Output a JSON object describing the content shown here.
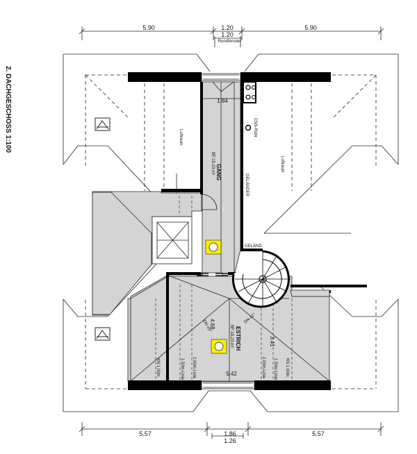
{
  "title": "2. DACHGESCHOSS  1:100",
  "dimensions_top": {
    "left": "5.90",
    "center_top": "1.20",
    "center_bottom": "1.20",
    "center_note": "Rundfenster",
    "right": "5.90"
  },
  "dimensions_bottom": {
    "left": "5.57",
    "center_top": "1.86",
    "center_bottom": "1.26",
    "right": "5.57"
  },
  "rooms": {
    "gang": {
      "name": "GANG",
      "area": "BF:15.23 m²"
    },
    "estrich": {
      "name": "ESTRICH",
      "area": "BF:18.23 m²"
    },
    "luftraum_left": "Luftraum",
    "luftraum_right": "Luftraum"
  },
  "labels": {
    "dim_184": "1.84",
    "cns_rohr": "CNS-Rohr",
    "gelaender": "GELÄNDER",
    "gelaend": "GELÄND.",
    "dn_42": "DN 42°",
    "dn_45": "DN 45°",
    "dim_468": "4.68",
    "dim_341": "3.41",
    "dim_542": "5.42",
    "line_200": "2.00m-Linie",
    "line_150": "1.50m-Linie",
    "kn_100": "KN 1.00m"
  },
  "colors": {
    "wall": "#000000",
    "floor_fill": "#d4d4d4",
    "roof_line": "#222222",
    "accent_fixture": "#ffee00"
  }
}
